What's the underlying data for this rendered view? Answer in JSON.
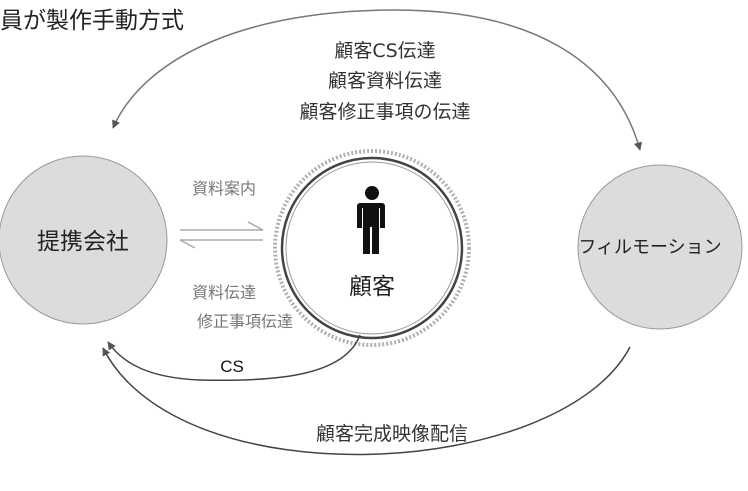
{
  "title": "員が製作手動方式",
  "nodes": {
    "partner": "提携会社",
    "customer": "顧客",
    "filmotion": "フィルモーション"
  },
  "flows": {
    "top_lines": [
      "顧客CS伝達",
      "顧客資料伝達",
      "顧客修正事項の伝達"
    ],
    "material_guide": "資料案内",
    "material_lines": [
      "資料伝達",
      "修正事項伝達"
    ],
    "cs": "CS",
    "bottom": "顧客完成映像配信"
  }
}
